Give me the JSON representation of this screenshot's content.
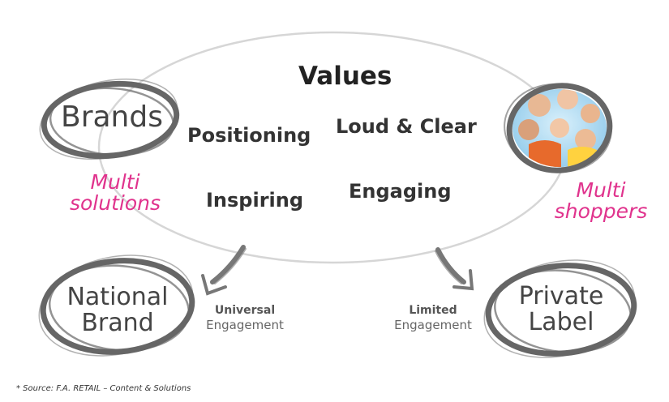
{
  "center": {
    "title": "Values",
    "words": [
      "Positioning",
      "Loud & Clear",
      "Inspiring",
      "Engaging"
    ]
  },
  "brands": {
    "label": "Brands",
    "tagline_line1": "Multi",
    "tagline_line2": "solutions"
  },
  "shoppers": {
    "tagline_line1": "Multi",
    "tagline_line2": "shoppers",
    "photo_icon": "family-photo"
  },
  "national": {
    "line1": "National",
    "line2": "Brand",
    "engagement_level": "Universal",
    "engagement_word": "Engagement"
  },
  "private": {
    "line1": "Private",
    "line2": "Label",
    "engagement_level": "Limited",
    "engagement_word": "Engagement"
  },
  "footnote": "* Source: F.A. RETAIL – Content & Solutions",
  "colors": {
    "accent": "#e0338d",
    "stroke": "#666666",
    "text": "#333333"
  }
}
